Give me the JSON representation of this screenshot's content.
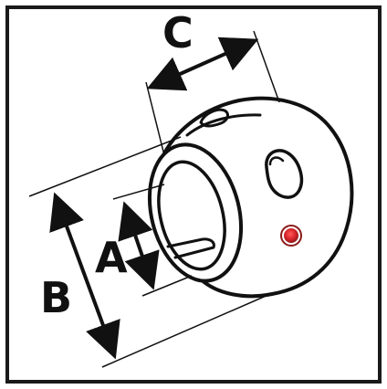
{
  "diagram": {
    "labels": {
      "a": "A",
      "b": "B",
      "c": "C"
    },
    "colors": {
      "ink": "#111111",
      "frame": "#1a1a1a",
      "background": "#ffffff",
      "marker_fill": "#d8232a",
      "marker_ring": "#8b1a1a"
    }
  }
}
